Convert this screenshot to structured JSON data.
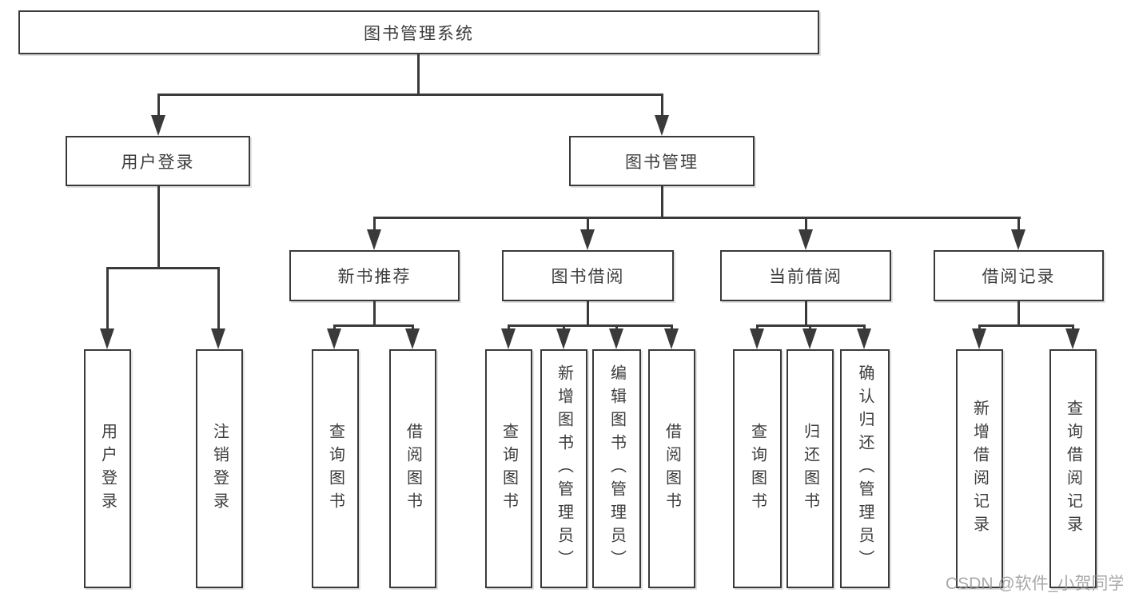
{
  "diagram_title": "图书管理系统",
  "colors": {
    "line": "#3a3a3a",
    "text": "#3c3c3c",
    "background": "#ffffff",
    "watermark": "#9a9a9a"
  },
  "nodes": {
    "root": "图书管理系统",
    "user_login": "用户登录",
    "book_mgmt": "图书管理",
    "new_book_rec": "新书推荐",
    "book_borrow": "图书借阅",
    "current_borrow": "当前借阅",
    "borrow_record": "借阅记录",
    "leaf_user_login": "用户登录",
    "leaf_logout": "注销登录",
    "leaf_query_book_1": "查询图书",
    "leaf_borrow_book_1": "借阅图书",
    "leaf_query_book_2": "查询图书",
    "leaf_add_book": "新增图书（管理员）",
    "leaf_edit_book": "编辑图书（管理员）",
    "leaf_borrow_book_2": "借阅图书",
    "leaf_query_book_3": "查询图书",
    "leaf_return_book": "归还图书",
    "leaf_confirm_return": "确认归还（管理员）",
    "leaf_add_record": "新增借阅记录",
    "leaf_query_record": "查询借阅记录"
  },
  "watermark": "CSDN @软件_小贺同学"
}
